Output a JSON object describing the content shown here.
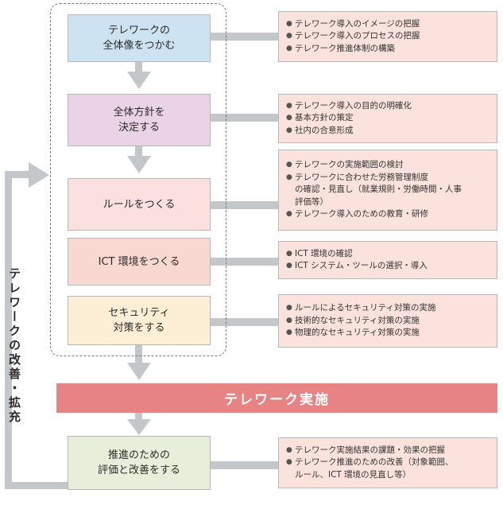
{
  "colors": {
    "connector": "#c4c7ca",
    "border": "#b8b8b8",
    "banner": "#e88384",
    "desc_fill": "#fbe2dc"
  },
  "steps": [
    {
      "label": "テレワークの\n全体像をつかむ",
      "fill": "#cde3f1"
    },
    {
      "label": "全体方針を\n決定する",
      "fill": "#ead3e6"
    },
    {
      "label": "ルールをつくる",
      "fill": "#fbe0df"
    },
    {
      "label": "ICT 環境をつくる",
      "fill": "#f8d8d1"
    },
    {
      "label": "セキュリティ\n対策をする",
      "fill": "#fdefd6"
    },
    {
      "label": "推進のための\n評価と改善をする",
      "fill": "#e7efda"
    }
  ],
  "descriptions": [
    {
      "items": [
        "テレワーク導入のイメージの把握",
        "テレワーク導入のプロセスの把握",
        "テレワーク推進体制の構築"
      ]
    },
    {
      "items": [
        "テレワーク導入の目的の明確化",
        "基本方針の策定",
        "社内の合意形成"
      ]
    },
    {
      "items": [
        "テレワークの実施範囲の検討",
        "テレワークに合わせた労務管理制度\nの確認・見直し（就業規則・労働時間・人事\n評価等）",
        "テレワーク導入のための教育・研修"
      ]
    },
    {
      "items": [
        "ICT 環境の確認",
        "ICT システム・ツールの選択・導入"
      ]
    },
    {
      "items": [
        "ルールによるセキュリティ対策の実施",
        "技術的なセキュリティ対策の実施",
        "物理的なセキュリティ対策の実施"
      ]
    },
    {
      "items": [
        "テレワーク実施結果の課題・効果の把握",
        "テレワーク推進のための改善（対象範囲、\nルール、ICT 環境の見直し等）"
      ]
    }
  ],
  "banner": {
    "label": "テレワーク実施"
  },
  "loop": {
    "label": "テレワークの改善・拡充"
  }
}
